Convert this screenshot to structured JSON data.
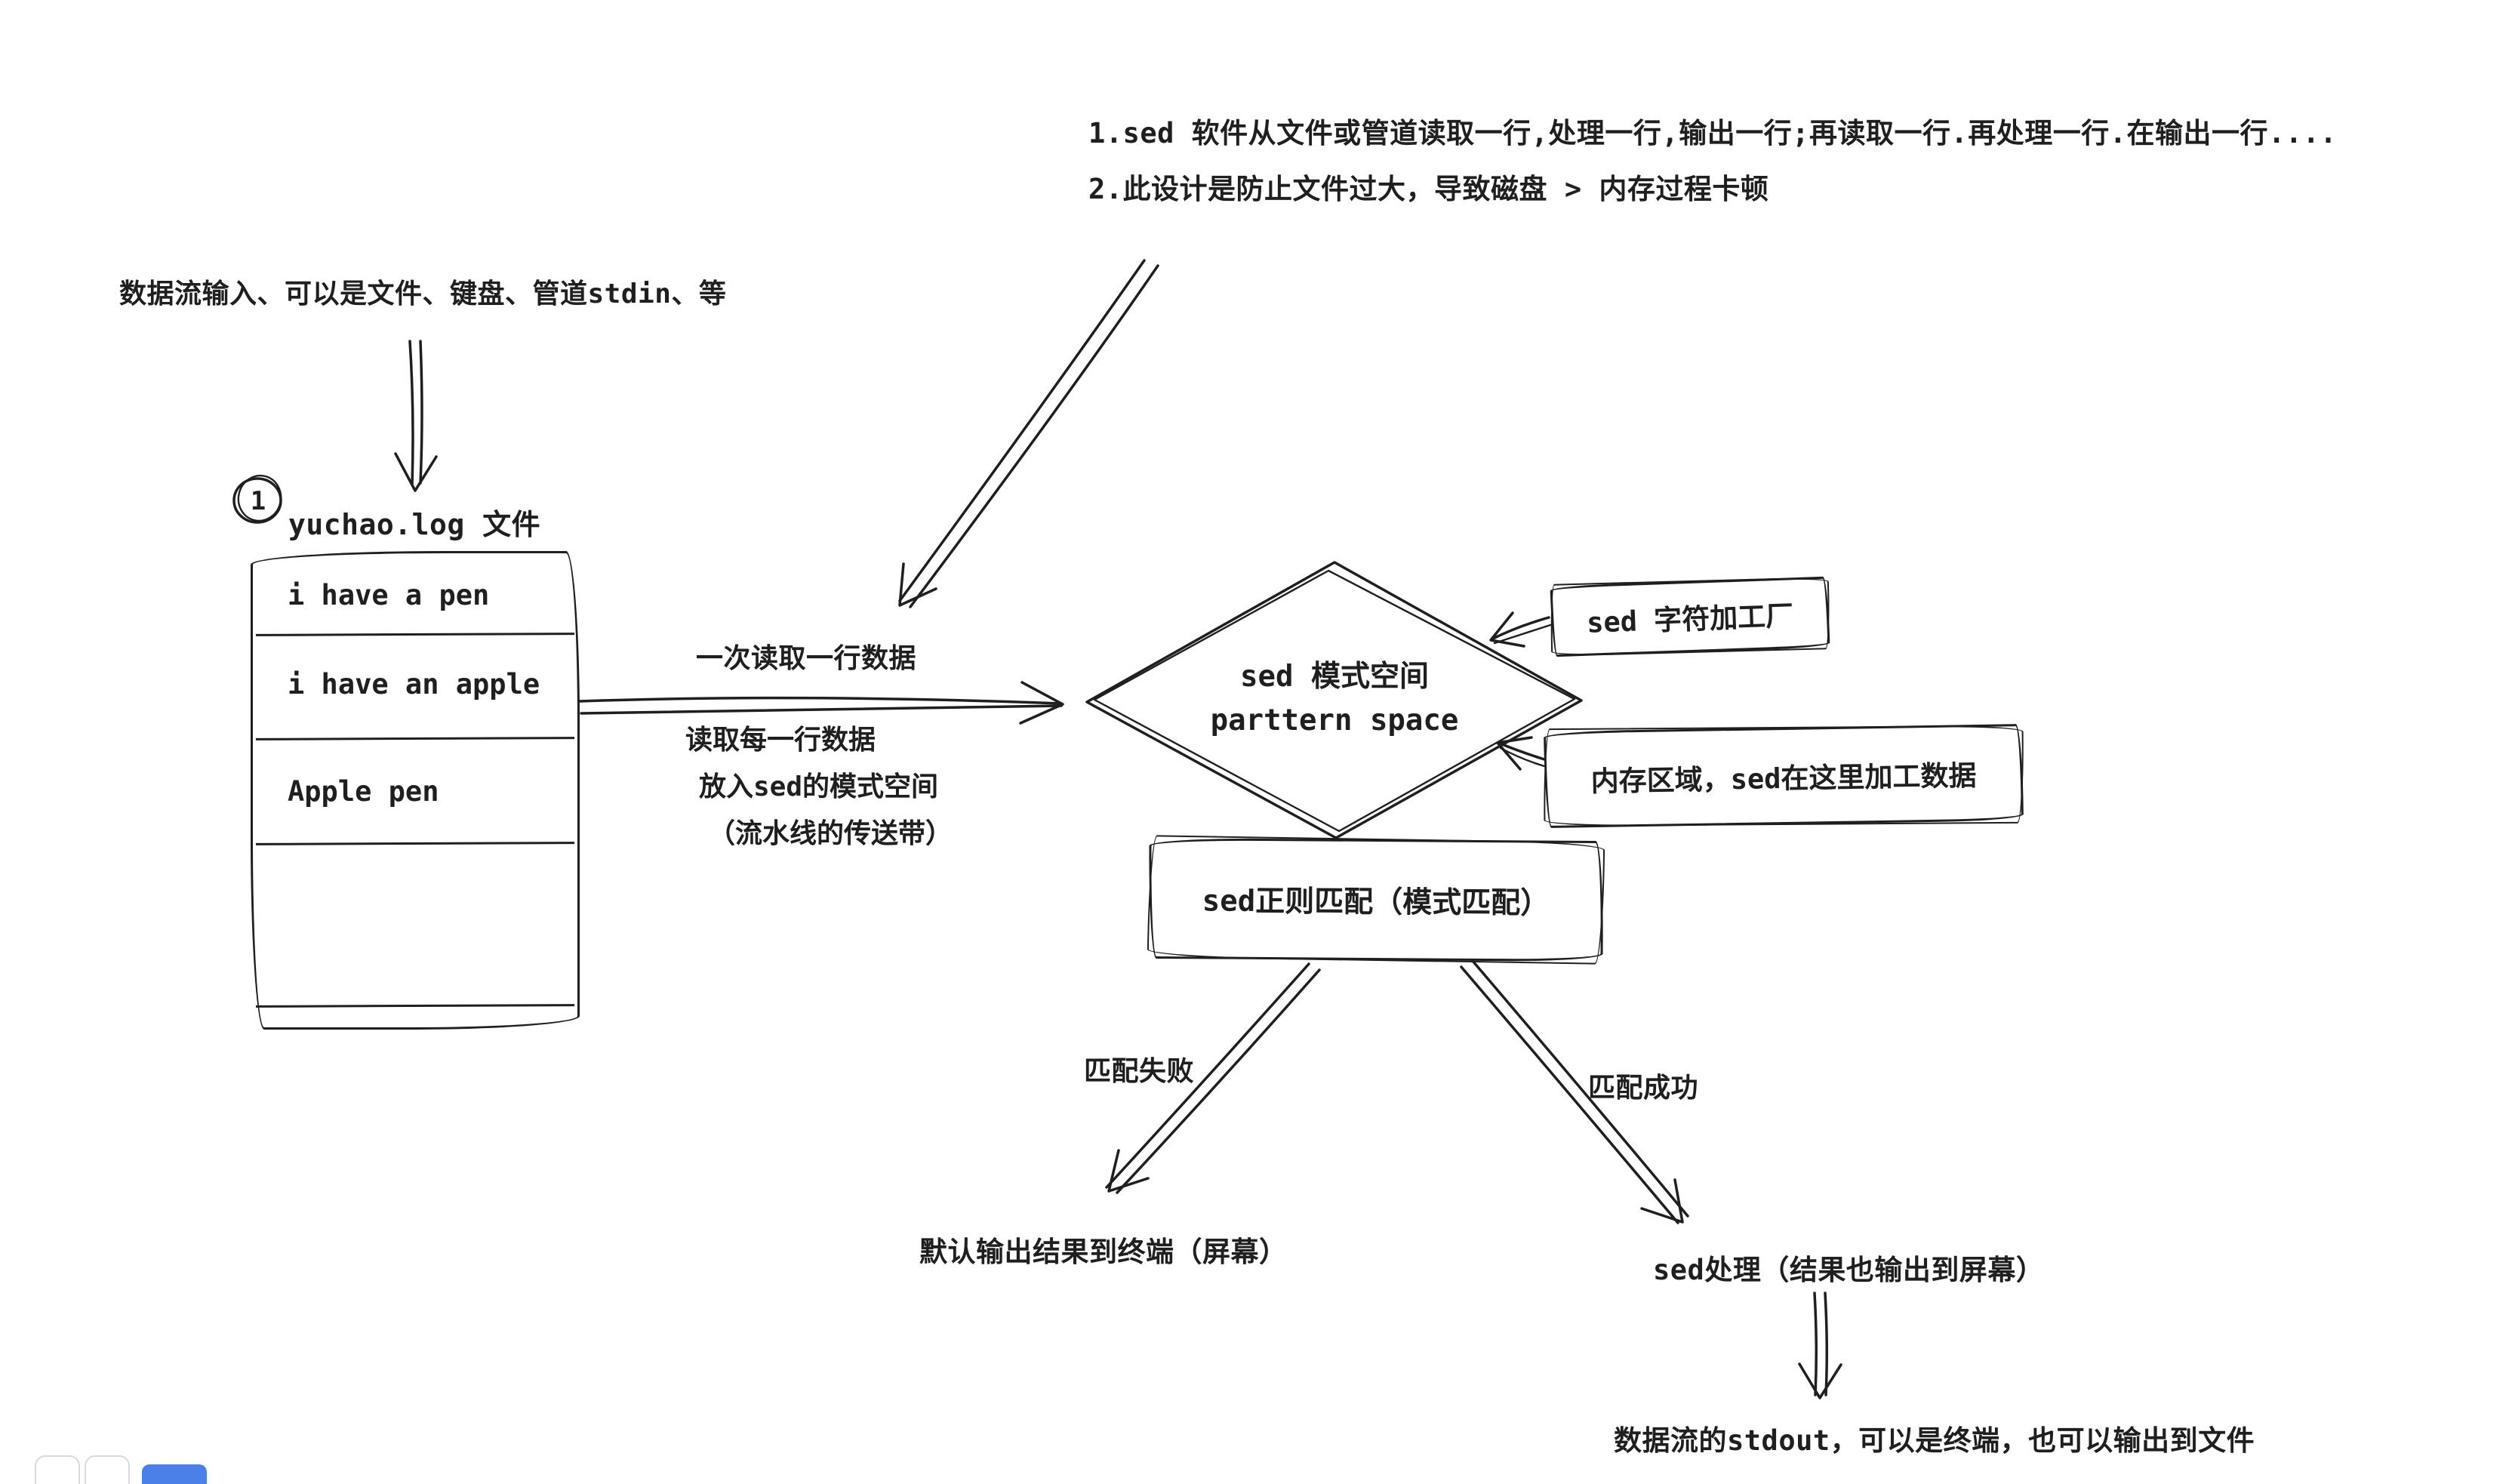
{
  "notes": {
    "line1": "1.sed 软件从文件或管道读取一行,处理一行,输出一行;再读取一行.再处理一行.在输出一行....",
    "line2": "2.此设计是防止文件过大，导致磁盘 > 内存过程卡顿"
  },
  "input": {
    "label": "数据流输入、可以是文件、键盘、管道stdin、等"
  },
  "file": {
    "badge": "1",
    "title": "yuchao.log 文件",
    "rows": [
      "i have a pen",
      "i have an apple",
      "Apple pen"
    ]
  },
  "read": {
    "label_top": "一次读取一行数据",
    "label_lines": [
      "读取每一行数据",
      "放入sed的模式空间",
      "（流水线的传送带）"
    ]
  },
  "pattern_space": {
    "line1": "sed 模式空间",
    "line2": "parttern space"
  },
  "factory": {
    "label": "sed 字符加工厂"
  },
  "memory": {
    "label": "内存区域，sed在这里加工数据"
  },
  "regex": {
    "label": "sed正则匹配（模式匹配）"
  },
  "fail": {
    "label": "匹配失败",
    "result": "默认输出结果到终端（屏幕）"
  },
  "success": {
    "label": "匹配成功",
    "result": "sed处理（结果也输出到屏幕）"
  },
  "stdout": {
    "label": "数据流的stdout，可以是终端，也可以输出到文件"
  },
  "colors": {
    "ink": "#1f1f1f",
    "accent_blue": "#4b80e8"
  }
}
